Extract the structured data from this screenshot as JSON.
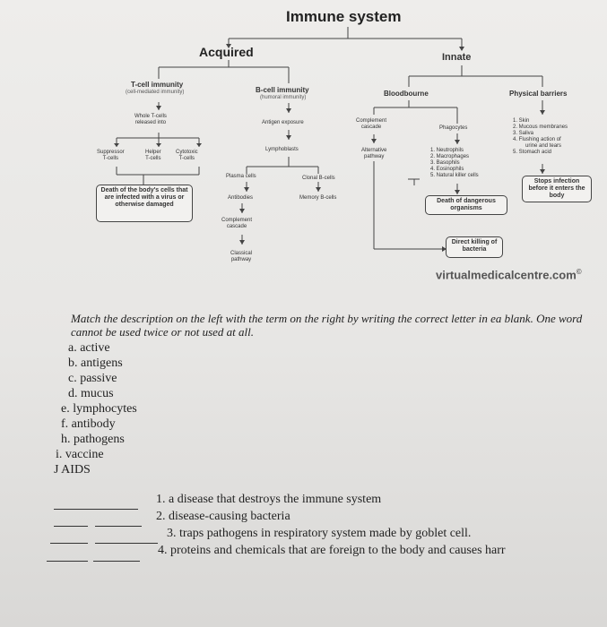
{
  "diagram": {
    "title": "Immune system",
    "acquired": "Acquired",
    "innate": "Innate",
    "tcell": {
      "label": "T-cell immunity",
      "sub": "(cell-mediated immunity)"
    },
    "whole_tcells": [
      "Whole T-cells",
      "released into"
    ],
    "t_types": {
      "suppressor": [
        "Suppressor",
        "T-cells"
      ],
      "helper": [
        "Helper",
        "T-cells"
      ],
      "cytotoxic": [
        "Cytotoxic",
        "T-cells"
      ]
    },
    "death_box": "Death of the body's cells that are infected with a virus or otherwise damaged",
    "bcell": {
      "label": "B-cell immunity",
      "sub": "(humoral immunity)"
    },
    "antigen_exposure": "Antigen exposure",
    "lymphoblasts": "Lymphoblasts",
    "plasma_cells": "Plasma cells",
    "clonal_bcells": "Clonal B-cells",
    "antibodies": "Antibodies",
    "memory_bcells": "Memory B-cells",
    "complement_cascade": [
      "Complement",
      "cascade"
    ],
    "classical_pathway": [
      "Classical",
      "pathway"
    ],
    "bloodbourne": "Bloodbourne",
    "complement_cascade_2": [
      "Complement",
      "cascade"
    ],
    "alternative_pathway": [
      "Alternative",
      "pathway"
    ],
    "phagocytes": "Phagocytes",
    "phagocyte_list": [
      "1. Neutrophils",
      "2. Macrophages",
      "3. Basophils",
      "4. Eosinophils",
      "5. Natural killer cells"
    ],
    "death_dangerous": "Death of dangerous organisms",
    "direct_killing": "Direct killing of bacteria",
    "physical_barriers": "Physical barriers",
    "barrier_list": [
      "1. Skin",
      "2. Mucous membranes",
      "3. Saliva",
      "4. Flushing action of",
      "urine and tears",
      "5. Stomach acid"
    ],
    "stops_infection": "Stops infection before it enters the body",
    "site": "virtualmedicalcentre.com",
    "site_mark": "©"
  },
  "instructions": "Match the description on the left with the term on the right by writing the correct letter in ea blank. One word cannot be used twice or not used at all.",
  "terms": [
    "a. active",
    "b. antigens",
    "c. passive",
    "d. mucus",
    "e. lymphocytes",
    "f. antibody",
    "h. pathogens",
    "i. vaccine",
    "J AIDS"
  ],
  "questions": [
    "1. a disease that destroys the immune system",
    "2. disease-causing bacteria",
    "3. traps pathogens in respiratory system made by goblet cell.",
    "4. proteins and chemicals that are foreign to the body and causes harr"
  ]
}
